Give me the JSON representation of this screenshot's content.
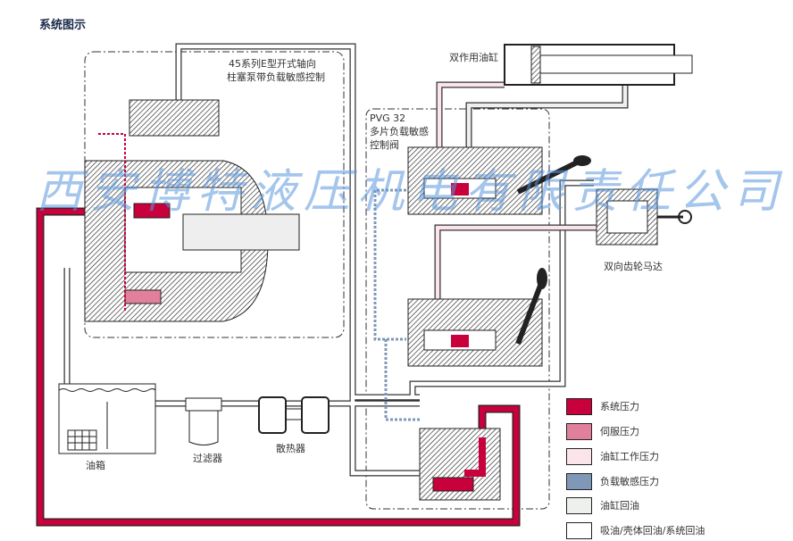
{
  "title": "系统图示",
  "labels": {
    "pump": [
      "45系列E型开式轴向",
      "柱塞泵带负载敏感控制"
    ],
    "cylinder": "双作用油缸",
    "pvg": [
      "PVG 32",
      "多片负载敏感",
      "控制阀"
    ],
    "motor": "双向齿轮马达",
    "tank": "油箱",
    "filter": "过滤器",
    "cooler": "散热器"
  },
  "legend": [
    {
      "label": "系统压力",
      "color": "#c8003c"
    },
    {
      "label": "伺服压力",
      "color": "#e0809c"
    },
    {
      "label": "油缸工作压力",
      "color": "#fbe4ea"
    },
    {
      "label": "负载敏感压力",
      "color": "#7f98b8"
    },
    {
      "label": "油缸回油",
      "color": "#eef0ee"
    },
    {
      "label": "吸油/壳体回油/系统回油",
      "color": "#ffffff"
    }
  ],
  "watermark": "西安博特液压机电有限责任公司"
}
